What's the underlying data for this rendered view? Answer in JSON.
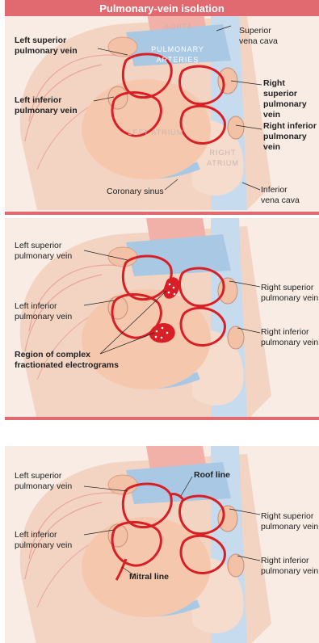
{
  "title": "Pulmonary-vein isolation",
  "colors": {
    "accent": "#e06a70",
    "lesion": "#d81f26",
    "vessel_blue": "#a9c8e4",
    "atrium": "#f4c7ae"
  },
  "panel1": {
    "aorta": "AORTA",
    "superior_vena_cava": "Superior\nvena cava",
    "left_superior": "Left superior\npulmonary vein",
    "pulmonary_arteries": "PULMONARY\nARTERIES",
    "right_superior": "Right superior\npulmonary vein",
    "left_inferior": "Left inferior\npulmonary vein",
    "right_inferior": "Right inferior\npulmonary vein",
    "left_atrium": "LEFT ATRIUM",
    "right_atrium": "RIGHT\nATRIUM",
    "coronary_sinus": "Coronary sinus",
    "inferior_vena_cava": "Inferior\nvena cava"
  },
  "panel2": {
    "left_superior": "Left superior\npulmonary vein",
    "right_superior": "Right superior\npulmonary vein",
    "left_inferior": "Left inferior\npulmonary vein",
    "right_inferior": "Right inferior\npulmonary vein",
    "cfae": "Region of complex\nfractionated electrograms"
  },
  "panel3": {
    "left_superior": "Left superior\npulmonary vein",
    "roof_line": "Roof line",
    "right_superior": "Right superior\npulmonary vein",
    "left_inferior": "Left inferior\npulmonary vein",
    "right_inferior": "Right inferior\npulmonary vein",
    "mitral_line": "Mitral line"
  }
}
